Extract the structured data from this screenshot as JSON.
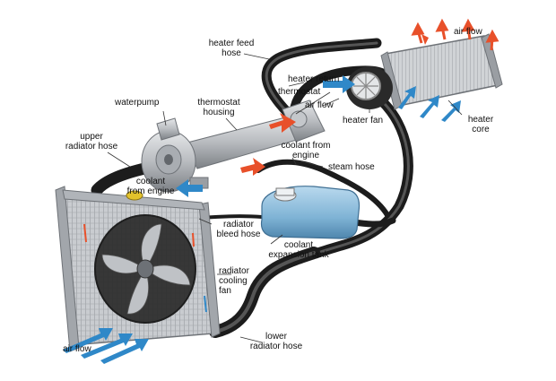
{
  "labels": {
    "heater_feed_hose": "heater feed\nhose",
    "air_flow_top": "air flow",
    "heater_return": "heater return",
    "thermostat": "thermostat",
    "air_flow_mid": "air flow",
    "heater_fan": "heater fan",
    "heater_core": "heater\ncore",
    "waterpump": "waterpump",
    "thermostat_housing": "thermostat\nhousing",
    "upper_radiator_hose": "upper\nradiator hose",
    "coolant_from_engine_right": "coolant from\nengine",
    "steam_hose": "steam hose",
    "coolant_from_engine_left": "coolant\nfrom engine",
    "radiator_bleed_hose": "radiator\nbleed hose",
    "coolant_expansion_tank": "coolant\nexpansion tank",
    "radiator_cooling_fan": "radiator\ncooling\nfan",
    "air_flow_bottom": "air flow",
    "lower_radiator_hose": "lower\nradiator hose"
  },
  "colors": {
    "hose": "#1c1c1c",
    "hose_highlight": "#555555",
    "metal": "#b9bcc0",
    "metal_dark": "#7d8186",
    "tank": "#7fb3d5",
    "tank_dark": "#4f86ad",
    "hot_arrow": "#e8502a",
    "cold_arrow": "#2f88c8",
    "label_line": "#333333"
  },
  "icons": [
    "hot-flow-arrow",
    "cold-flow-arrow",
    "air-flow-arrow"
  ]
}
